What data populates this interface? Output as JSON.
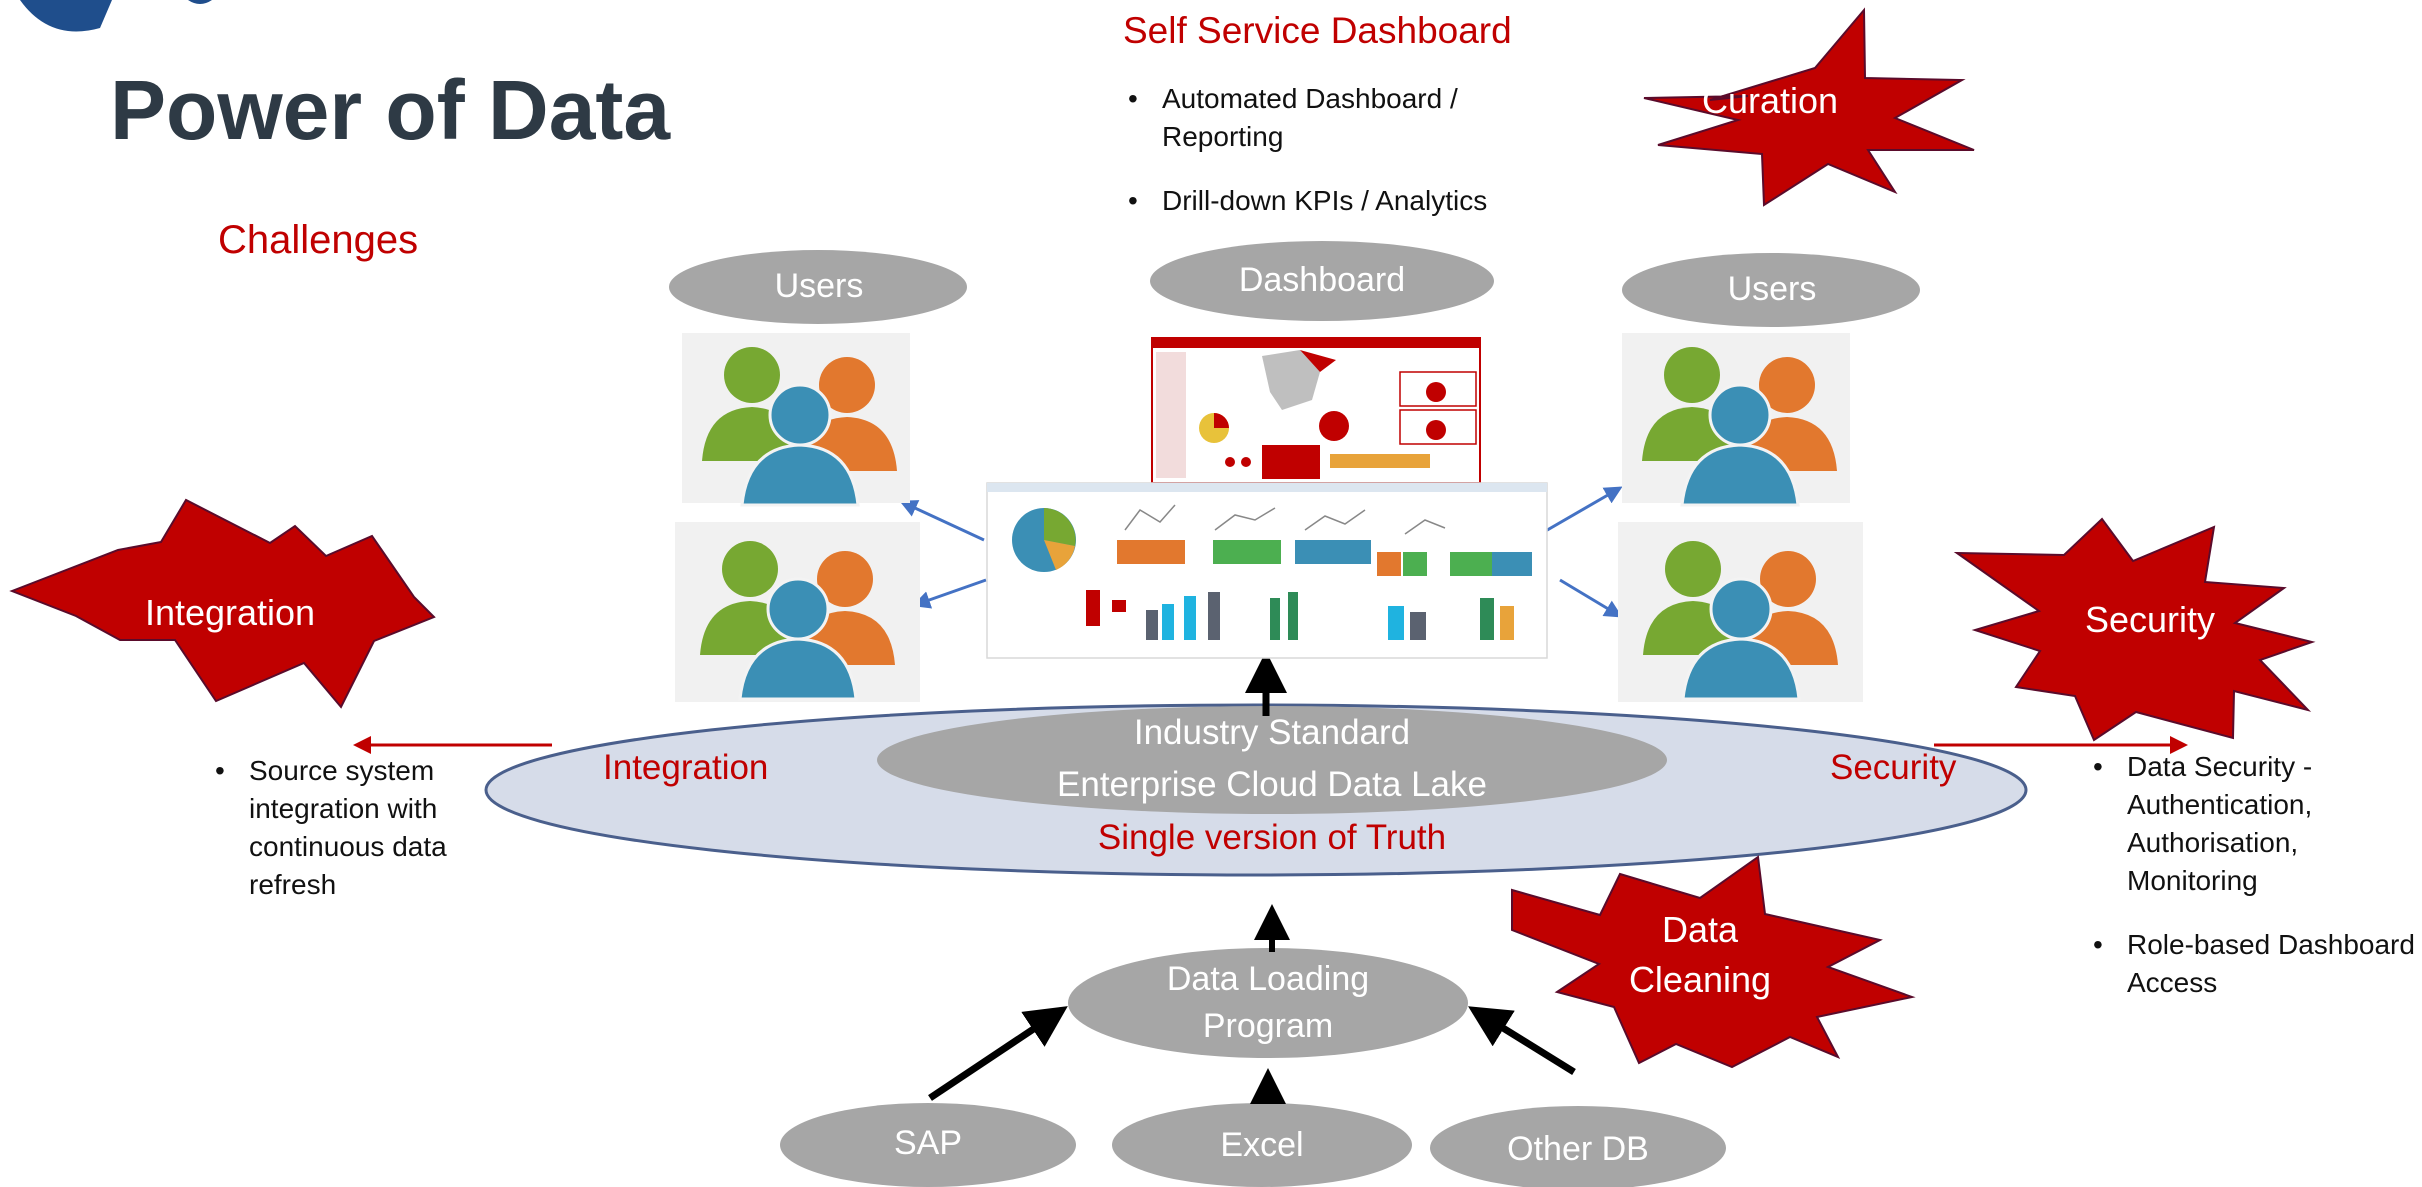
{
  "header": {
    "title": "Power of Data",
    "subtitle": "Challenges"
  },
  "self_service": {
    "title": "Self Service Dashboard",
    "items": [
      "Automated Dashboard / Reporting",
      "Drill-down KPIs / Analytics"
    ]
  },
  "stars": {
    "curation": "Curation",
    "integration": "Integration",
    "security": "Security",
    "data_cleaning_line1": "Data",
    "data_cleaning_line2": "Cleaning"
  },
  "nodes": {
    "users_left": "Users",
    "dashboard": "Dashboard",
    "users_right": "Users",
    "lake_line1": "Industry Standard",
    "lake_line2": "Enterprise Cloud Data Lake",
    "single_truth": "Single version of Truth",
    "integration_label": "Integration",
    "security_label": "Security",
    "loader_line1": "Data Loading",
    "loader_line2": "Program",
    "sap": "SAP",
    "excel": "Excel",
    "other_db": "Other DB"
  },
  "integration_notes": [
    "Source system integration with continuous data refresh"
  ],
  "security_notes": [
    "Data Security - Authentication, Authorisation, Monitoring",
    "Role-based Dashboard Access"
  ],
  "colors": {
    "accent_red": "#c00000",
    "star_red": "#c00000",
    "pill_gray": "#a6a6a6",
    "lake_blue": "#d6dce9",
    "title_dark": "#2e3a45",
    "user_green": "#77a832",
    "user_orange": "#e2782e",
    "user_blue": "#3b8fb5"
  },
  "icons": [
    "user-group-icon",
    "explosion-star-icon",
    "arrow-icon",
    "dashboard-screenshot"
  ]
}
